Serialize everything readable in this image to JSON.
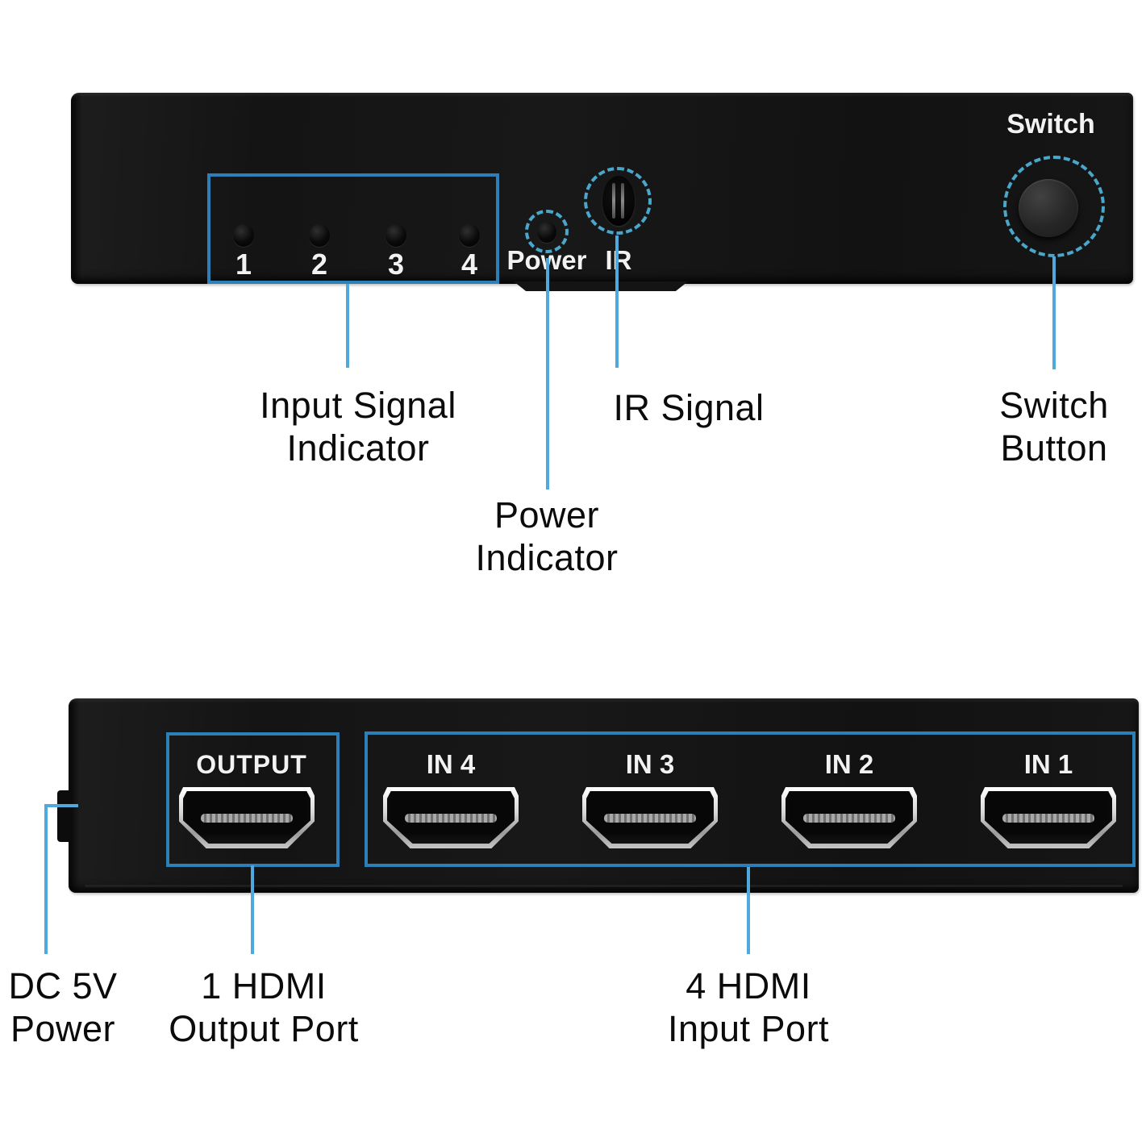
{
  "colors": {
    "callout_line": "#4fa9dc",
    "callout_box": "#2d7fb8",
    "callout_dash": "#4aa6cb",
    "device_body": "#161616",
    "device_text": "#f2f2f2",
    "annotation_text": "#0b0b0b"
  },
  "front_panel": {
    "switch_label": "Switch",
    "indicator_numbers": [
      "1",
      "2",
      "3",
      "4"
    ],
    "power_label": "Power",
    "ir_label": "IR"
  },
  "rear_panel": {
    "output_label": "OUTPUT",
    "input_labels": [
      "IN 4",
      "IN 3",
      "IN 2",
      "IN 1"
    ]
  },
  "callouts": {
    "input_signal": {
      "line1": "Input Signal",
      "line2": "Indicator"
    },
    "ir_signal": {
      "line1": "IR Signal"
    },
    "power_indicator": {
      "line1": "Power",
      "line2": "Indicator"
    },
    "switch_button": {
      "line1": "Switch",
      "line2": "Button"
    },
    "dc_power": {
      "line1": "DC 5V",
      "line2": "Power"
    },
    "output_port": {
      "line1": "1 HDMI",
      "line2": "Output Port"
    },
    "input_port": {
      "line1": "4 HDMI",
      "line2": "Input Port"
    }
  }
}
